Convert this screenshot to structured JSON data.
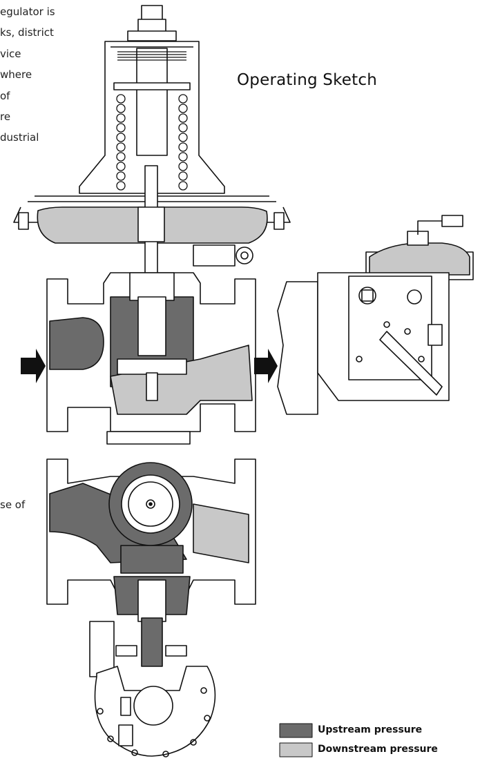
{
  "side_text": [
    "egulator is",
    "ks, district",
    "vice",
    "where",
    "of",
    "re",
    "dustrial",
    "se of"
  ],
  "title": "Operating Sketch",
  "legend": [
    {
      "label": "Upstream pressure",
      "color": "#6b6b6b"
    },
    {
      "label": "Downstream pressure",
      "color": "#c8c8c8"
    }
  ],
  "colors": {
    "upstream": "#6b6b6b",
    "downstream": "#c8c8c8",
    "line": "#111111"
  },
  "arrows": [
    "flow-in-arrow",
    "flow-out-arrow"
  ]
}
